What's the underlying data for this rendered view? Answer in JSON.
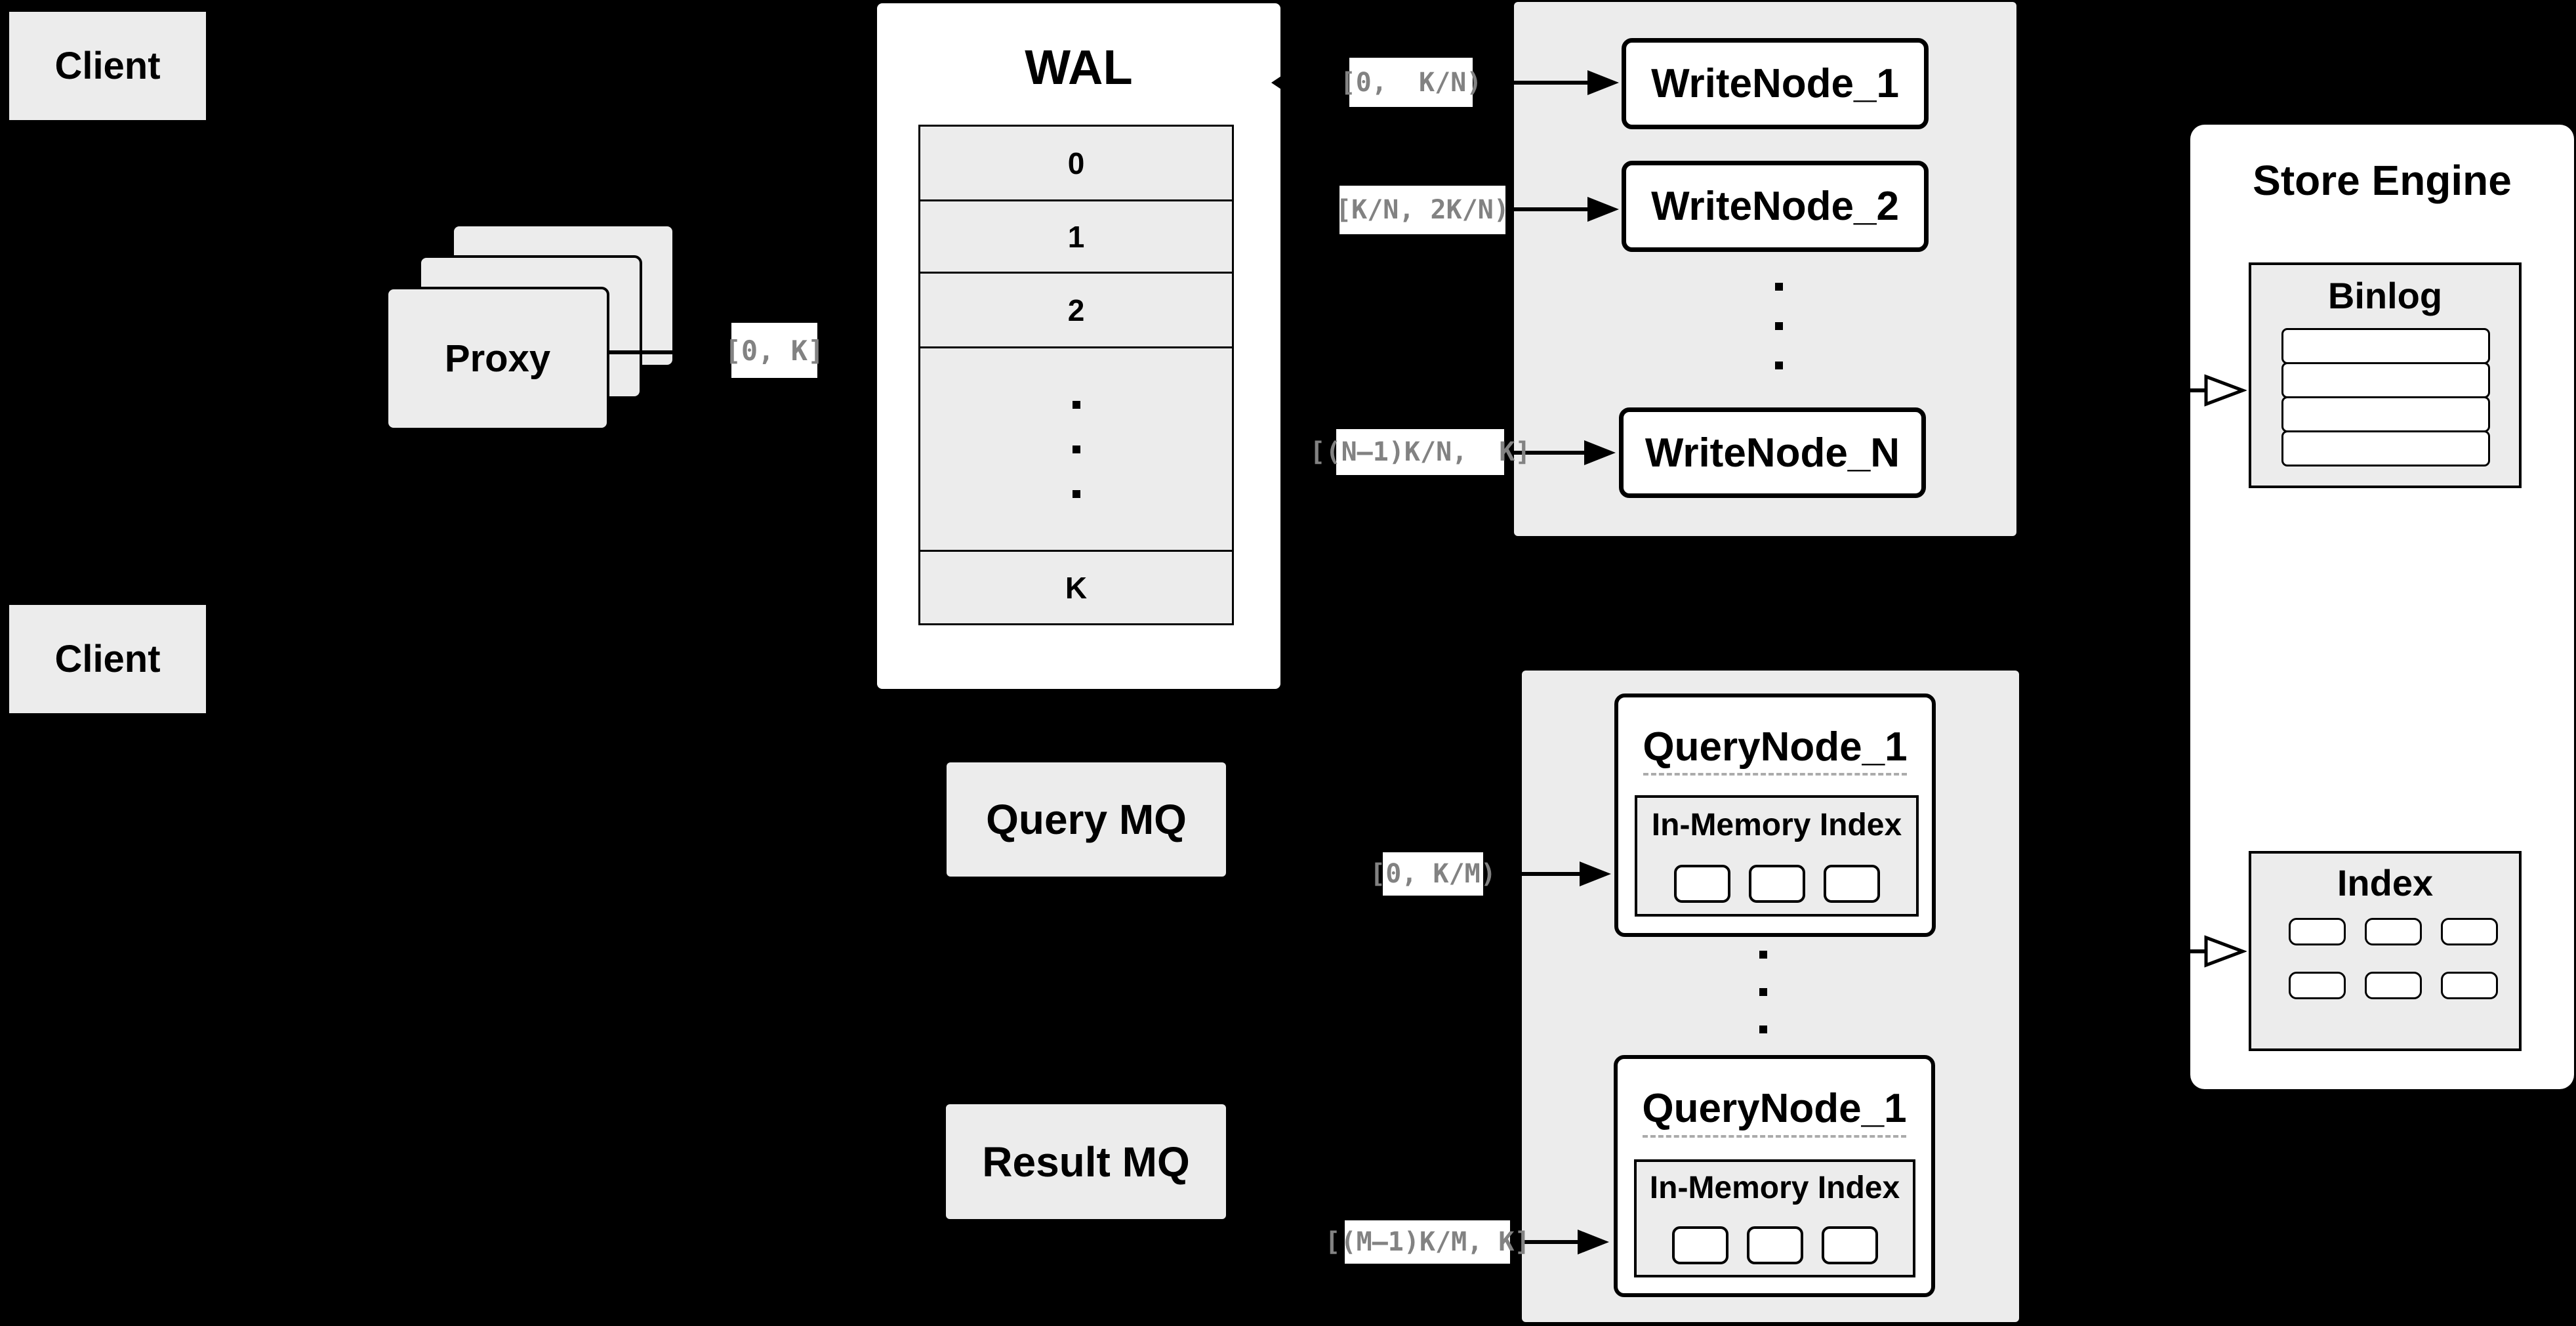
{
  "canvas": {
    "background": "#000000",
    "panel_gray": "#ececec",
    "box_white": "#ffffff",
    "line_black": "#000000",
    "range_text_gray": "#828282"
  },
  "clients": {
    "top_label": "Client",
    "bottom_label": "Client"
  },
  "proxy": {
    "label": "Proxy",
    "range_label": "[0, K]",
    "stack_count": 3
  },
  "wal": {
    "title": "WAL",
    "rows": [
      "0",
      "1",
      "2",
      "K"
    ]
  },
  "write_panel": {
    "nodes": [
      {
        "label": "WriteNode_1",
        "range": "[0,  K/N)"
      },
      {
        "label": "WriteNode_2",
        "range": "[K/N, 2K/N)"
      },
      {
        "label": "WriteNode_N",
        "range": "[(N–1)K/N,  K]"
      }
    ]
  },
  "query_mq": {
    "label": "Query MQ"
  },
  "result_mq": {
    "label": "Result MQ"
  },
  "query_panel": {
    "nodes": [
      {
        "title": "QueryNode_1",
        "inner_title": "In-Memory Index",
        "range": "[0, K/M)",
        "cell_count": 3
      },
      {
        "title": "QueryNode_1",
        "inner_title": "In-Memory Index",
        "range": "[(M–1)K/M, K]",
        "cell_count": 3
      }
    ]
  },
  "store_engine": {
    "title": "Store Engine",
    "binlog": {
      "title": "Binlog",
      "row_count": 4
    },
    "index": {
      "title": "Index",
      "cell_count": 6
    }
  }
}
